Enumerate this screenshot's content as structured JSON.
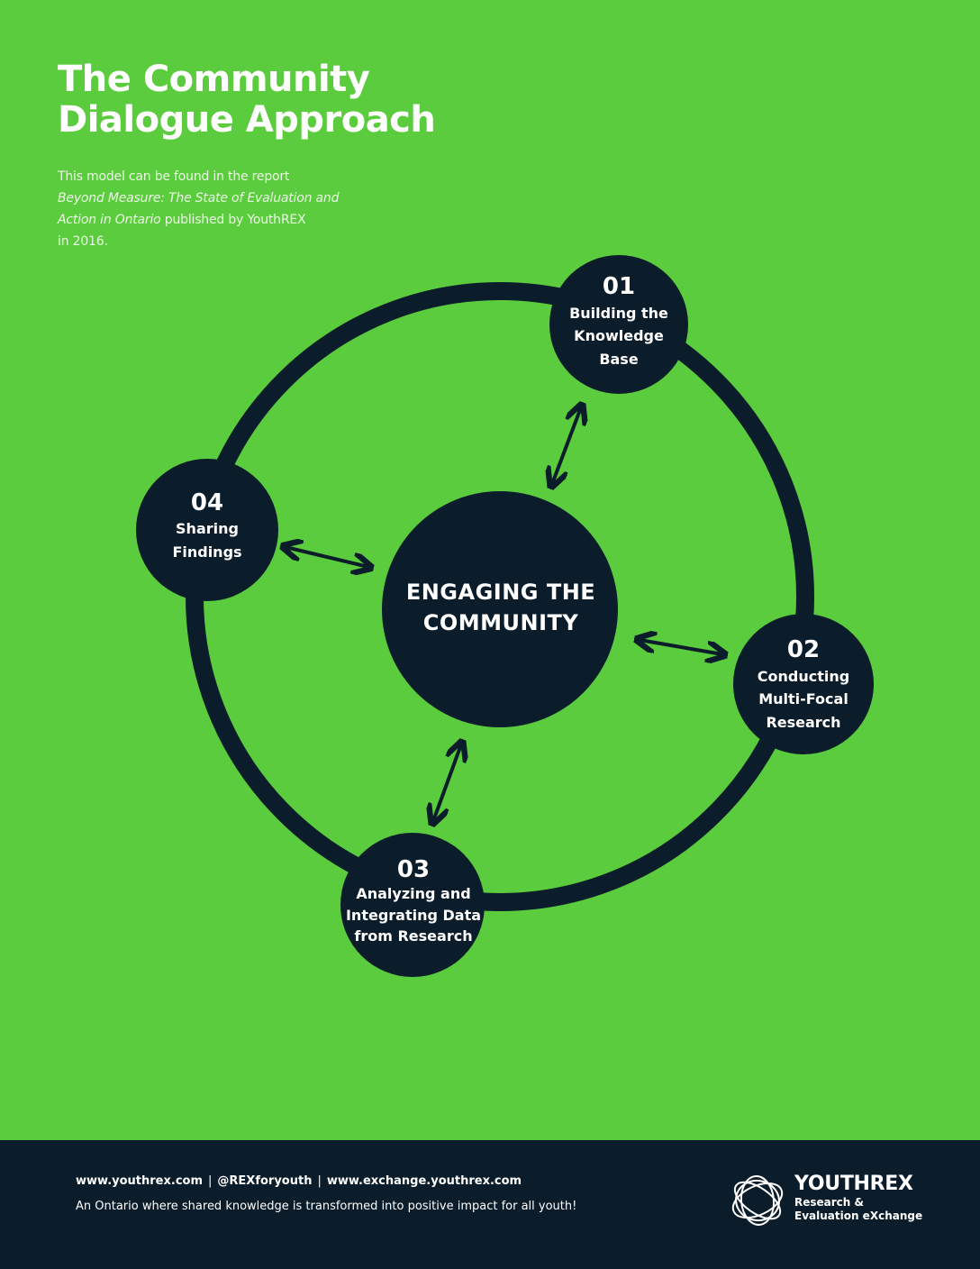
{
  "header": {
    "title_line1": "The Community",
    "title_line2": "Dialogue Approach",
    "intro_line1": "This model can be found in the report",
    "intro_italic_line1": "Beyond Measure: The State of Evaluation and",
    "intro_italic_line2": "Action in Ontario",
    "intro_after_italic": " published by YouthREX",
    "intro_line4": "in 2016."
  },
  "diagram": {
    "center_line1": "ENGAGING THE",
    "center_line2": "COMMUNITY",
    "nodes": [
      {
        "number": "01",
        "lines": [
          "Building the",
          "Knowledge",
          "Base"
        ]
      },
      {
        "number": "02",
        "lines": [
          "Conducting",
          "Multi-Focal",
          "Research"
        ]
      },
      {
        "number": "03",
        "lines": [
          "Analyzing and",
          "Integrating Data",
          "from Research"
        ]
      },
      {
        "number": "04",
        "lines": [
          "Sharing",
          "Findings"
        ]
      }
    ]
  },
  "footer": {
    "link1": "www.youthrex.com",
    "link2": "@REXforyouth",
    "link3": "www.exchange.youthrex.com",
    "separator": "|",
    "tagline": "An Ontario where shared knowledge is transformed into positive impact for all youth!",
    "logo_name": "YOUTHREX",
    "logo_sub1": "Research &",
    "logo_sub2": "Evaluation eXchange"
  },
  "colors": {
    "background": "#5bcc3d",
    "navy": "#0b1c2b",
    "text_on_dark": "#ffffff"
  }
}
